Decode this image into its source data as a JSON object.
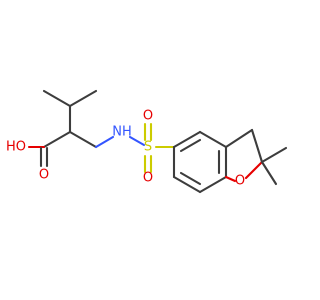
{
  "molecule": {
    "atoms": {
      "ho": "HO",
      "o_carbonyl": "O",
      "nh": "NH",
      "s": "S",
      "o_s_top": "O",
      "o_s_bottom": "O",
      "o_ring": "O"
    },
    "colors": {
      "carbon_bond": "#3d3d3d",
      "oxygen": "#e60000",
      "nitrogen": "#3355ff",
      "sulfur": "#cccc00"
    }
  }
}
